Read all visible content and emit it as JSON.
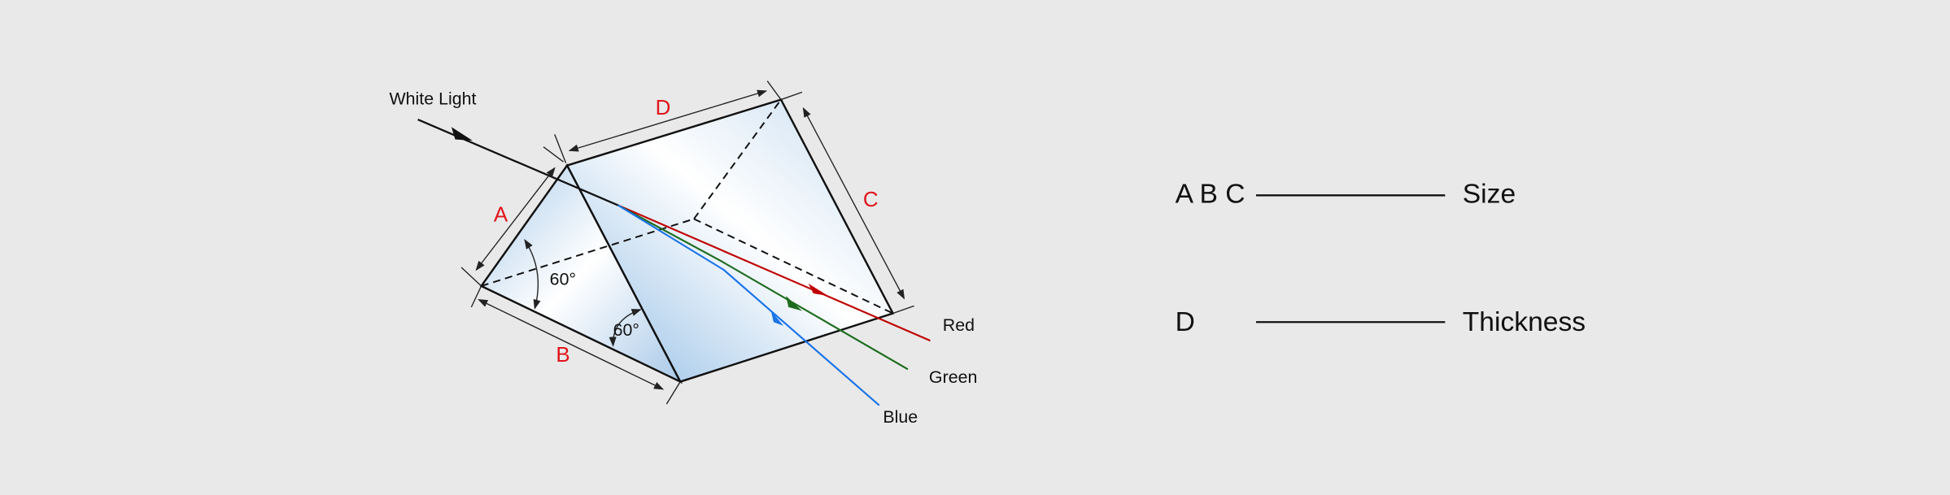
{
  "diagram": {
    "incident_label": "White Light",
    "dimension_labels": {
      "a": "A",
      "b": "B",
      "c": "C",
      "d": "D"
    },
    "angles": [
      "60°",
      "60°"
    ],
    "rays": [
      {
        "label": "Red",
        "color": "#c00000"
      },
      {
        "label": "Green",
        "color": "#1e6b1e"
      },
      {
        "label": "Blue",
        "color": "#1a73e8"
      }
    ]
  },
  "legend": [
    {
      "key": "A B C",
      "meaning": "Size"
    },
    {
      "key": "D",
      "meaning": "Thickness"
    }
  ],
  "colors": {
    "background": "#e9e9e9",
    "dimension": "#e0141a",
    "glass": "#9cc3e6"
  }
}
